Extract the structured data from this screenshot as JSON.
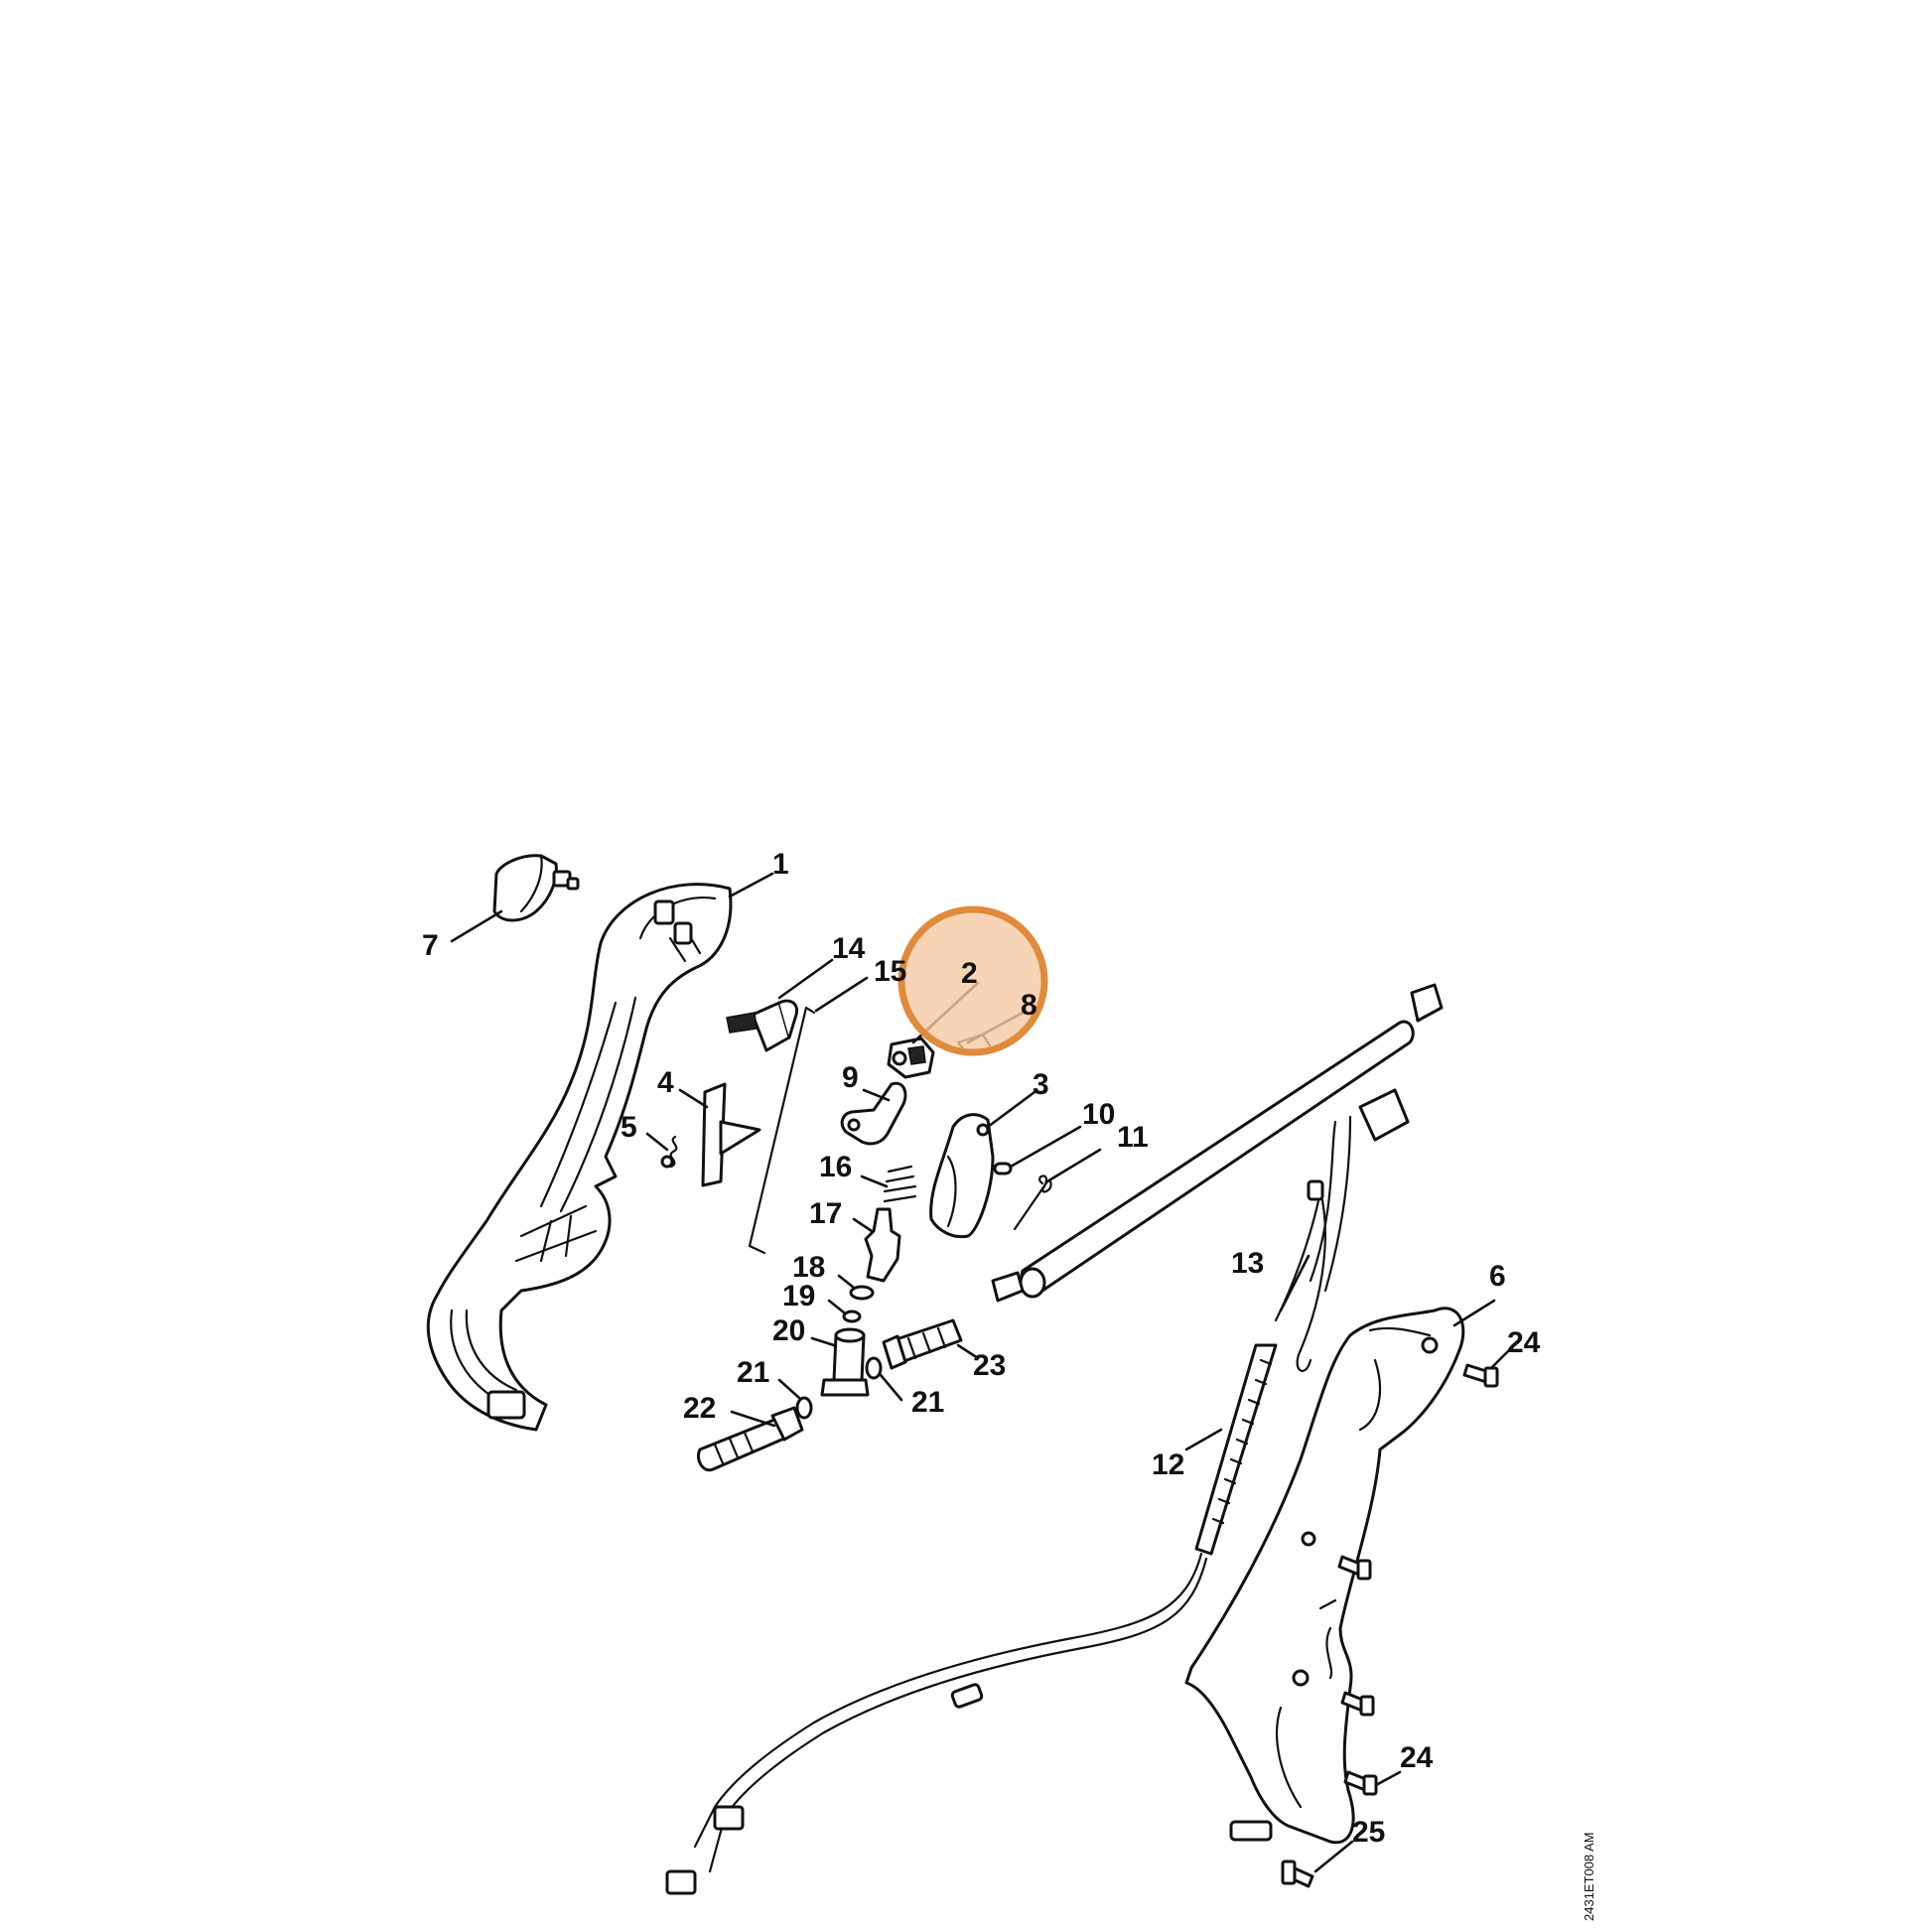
{
  "diagram": {
    "drawing_code": "2431ET008 AM",
    "highlight": {
      "label": "2",
      "color": "#e08a3c",
      "fill": "#f5c9a3"
    },
    "callouts": [
      {
        "id": "1",
        "label": "1"
      },
      {
        "id": "2",
        "label": "2"
      },
      {
        "id": "3",
        "label": "3"
      },
      {
        "id": "4",
        "label": "4"
      },
      {
        "id": "5",
        "label": "5"
      },
      {
        "id": "6",
        "label": "6"
      },
      {
        "id": "7",
        "label": "7"
      },
      {
        "id": "8",
        "label": "8"
      },
      {
        "id": "9",
        "label": "9"
      },
      {
        "id": "10",
        "label": "10"
      },
      {
        "id": "11",
        "label": "11"
      },
      {
        "id": "12",
        "label": "12"
      },
      {
        "id": "13",
        "label": "13"
      },
      {
        "id": "14",
        "label": "14"
      },
      {
        "id": "15",
        "label": "15"
      },
      {
        "id": "16",
        "label": "16"
      },
      {
        "id": "17",
        "label": "17"
      },
      {
        "id": "18",
        "label": "18"
      },
      {
        "id": "19",
        "label": "19"
      },
      {
        "id": "20",
        "label": "20"
      },
      {
        "id": "21a",
        "label": "21"
      },
      {
        "id": "21b",
        "label": "21"
      },
      {
        "id": "22",
        "label": "22"
      },
      {
        "id": "23",
        "label": "23"
      },
      {
        "id": "24a",
        "label": "24"
      },
      {
        "id": "24b",
        "label": "24"
      },
      {
        "id": "25",
        "label": "25"
      }
    ]
  }
}
